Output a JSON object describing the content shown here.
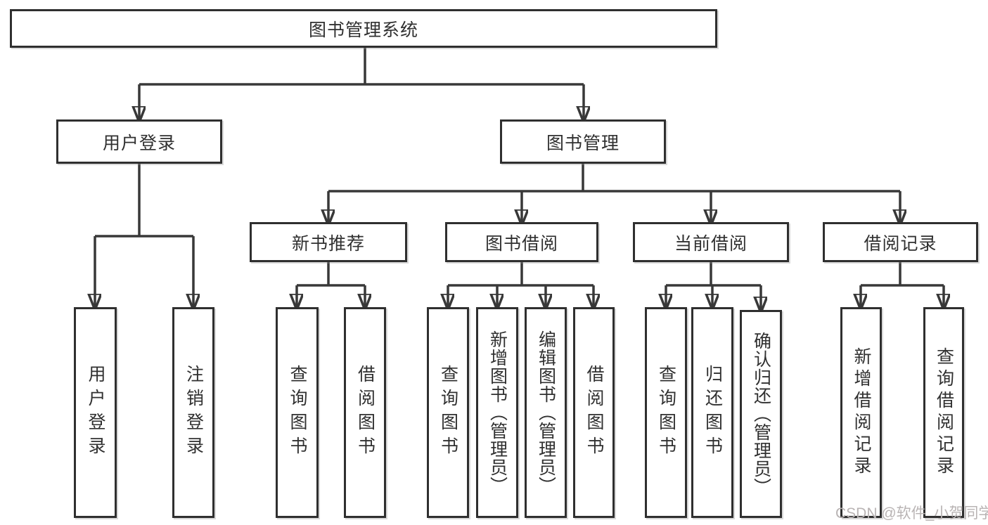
{
  "diagram": {
    "root": {
      "label": "图书管理系统"
    },
    "branches": [
      {
        "label": "用户登录",
        "children": [
          {
            "label": "用户登录"
          },
          {
            "label": "注销登录"
          }
        ]
      },
      {
        "label": "图书管理",
        "children": [
          {
            "label": "新书推荐",
            "children": [
              {
                "label": "查询图书"
              },
              {
                "label": "借阅图书"
              }
            ]
          },
          {
            "label": "图书借阅",
            "children": [
              {
                "label": "查询图书"
              },
              {
                "label": "新增图书（管理员）"
              },
              {
                "label": "编辑图书（管理员）"
              },
              {
                "label": "借阅图书"
              }
            ]
          },
          {
            "label": "当前借阅",
            "children": [
              {
                "label": "查询图书"
              },
              {
                "label": "归还图书"
              },
              {
                "label": "确认归还（管理员）"
              }
            ]
          },
          {
            "label": "借阅记录",
            "children": [
              {
                "label": "新增借阅记录"
              },
              {
                "label": "查询借阅记录"
              }
            ]
          }
        ]
      }
    ]
  },
  "watermark": "CSDN @软件_小贺同学",
  "colors": {
    "line": "#383838",
    "box_border": "#2f2f2f",
    "background": "#ffffff",
    "text": "#303030",
    "watermark": "#b9b4b4"
  }
}
